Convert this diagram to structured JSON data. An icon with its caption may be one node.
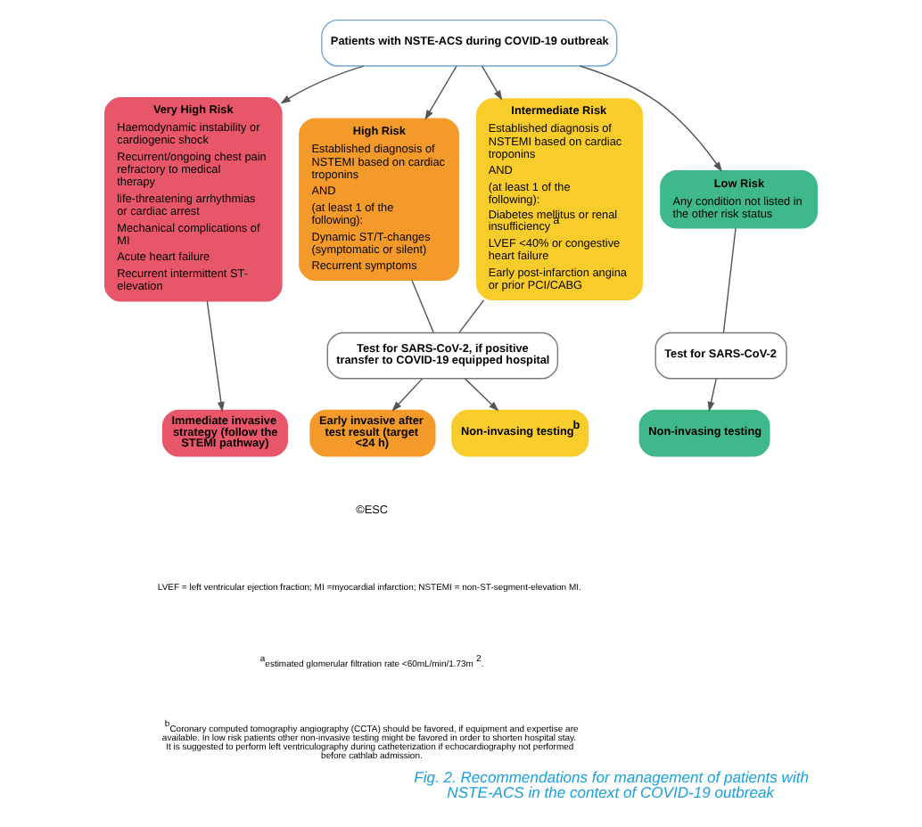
{
  "diagram": {
    "caption": "Fig. 2. Recommendations for management of patients with NSTE-ACS in the context of COVID-19 outbreak",
    "nodes": [
      {
        "text": [
          "Patients with NSTE-ACS during COVID-19 outbreak"
        ]
      },
      {
        "text": [
          "Very High Risk",
          "Haemodynamic instability or cardiogenic shock",
          "Recurrent/ongoing chest pain refractory to medical therapy",
          "life-threatening arrhythmias or cardiac arrest",
          "Mechanical complications of MI",
          "Acute heart failure",
          "Recurrent intermittent ST-elevation"
        ]
      },
      {
        "text": [
          "High Risk",
          "Established diagnosis of NSTEMI based on cardiac troponins",
          "AND",
          "(at least 1 of the following):",
          "Dynamic ST/T-changes (symptomatic or silent)",
          "Recurrent symptoms"
        ]
      },
      {
        "text": [
          "Intermediate Risk",
          "Established diagnosis of NSTEMI based on cardiac troponins",
          "AND",
          "(at least 1 of the following):",
          "Diabetes mellitus or renal insufficiency$^{a}$",
          "LVEF <40% or congestive heart failure",
          "Early post-infarction angina or prior PCI/CABG"
        ]
      },
      {
        "text": [
          "Low Risk",
          "Any condition not listed in the other risk status"
        ]
      },
      {
        "text": [
          "Test for SARS-CoV-2, if positive transfer to COVID-19 equipped hospital"
        ]
      },
      {
        "text": [
          "Test for SARS-CoV-2"
        ]
      },
      {
        "text": [
          "Immediate invasive strategy (follow the STEMI pathway)"
        ]
      },
      {
        "text": [
          "Early invasive after test result (target <24 h)"
        ]
      },
      {
        "text": [
          "Non-invasing testing$^{b}$"
        ]
      },
      {
        "text": [
          "Non-invasing testing"
        ]
      }
    ],
    "edges": [
      {
        "from": 0,
        "to": 1,
        "arrow": "to"
      },
      {
        "from": 0,
        "to": 2,
        "arrow": "to"
      },
      {
        "from": 0,
        "to": 3,
        "arrow": "to"
      },
      {
        "from": 0,
        "to": 4,
        "arrow": "to"
      },
      {
        "from": 1,
        "to": 7,
        "arrow": "to"
      },
      {
        "from": 2,
        "to": 5,
        "arrow": "none"
      },
      {
        "from": 3,
        "to": 5,
        "arrow": "none"
      },
      {
        "from": 4,
        "to": 6,
        "arrow": "none"
      },
      {
        "from": 5,
        "to": 8,
        "arrow": "to"
      },
      {
        "from": 5,
        "to": 9,
        "arrow": "to"
      },
      {
        "from": 6,
        "to": 10,
        "arrow": "to"
      }
    ],
    "labels": [
      "©ESC",
      "LVEF = left ventricular ejection fraction; MI =myocardial infarction; NSTEMI = non-ST-segment-elevation MI.",
      "$^{a}$estimated glomerular filtration rate <60mL/min/1.73m$^{2}$.",
      "$^{b}$Coronary computed tomography angiography (CCTA) should be favored, if equipment and expertise are available. In low risk patients other non-invasive testing might be favored in order to shorten hospital stay. It is suggested to perform left ventriculography during catheterization if echocardiography not performed before cathlab admission."
    ]
  }
}
